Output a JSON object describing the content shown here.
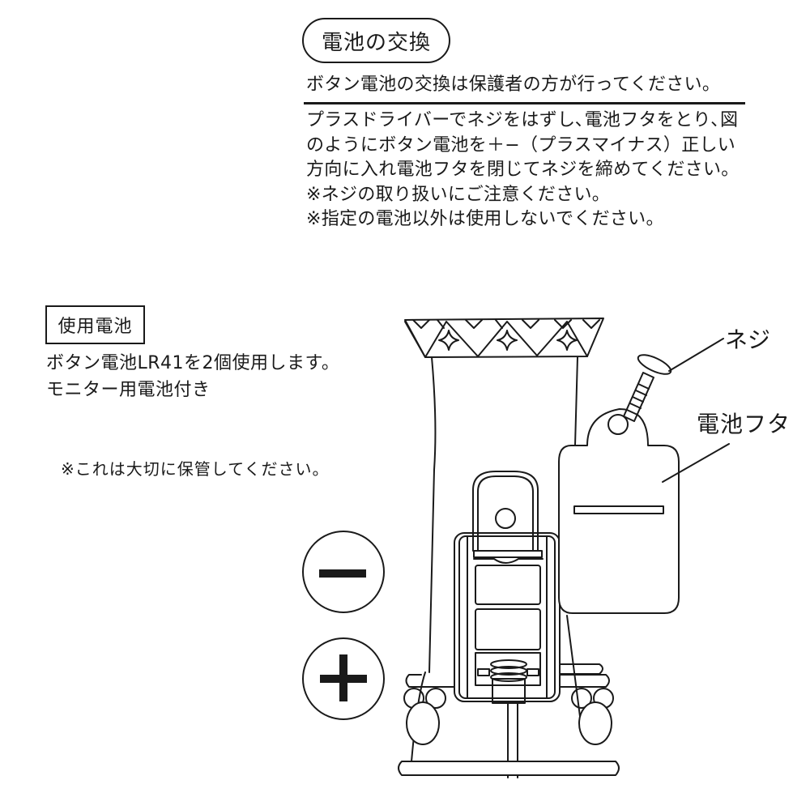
{
  "header": {
    "title": "電池の交換",
    "subtitle": "ボタン電池の交換は保護者の方が行ってください。"
  },
  "instructions": {
    "lines": [
      "プラスドライバーでネジをはずし､電池フタをとり､図",
      "のようにボタン電池を＋−（プラスマイナス）正しい",
      "方向に入れ電池フタを閉じてネジを締めてください。",
      "※ネジの取り扱いにご注意ください。",
      "※指定の電池以外は使用しないでください。"
    ]
  },
  "battery_info": {
    "label": "使用電池",
    "lines": [
      "ボタン電池LR41を2個使用します。",
      "モニター用電池付き"
    ],
    "note": "※これは大切に保管してください。"
  },
  "diagram": {
    "labels": {
      "screw": "ネジ",
      "battery_cover": "電池フタ"
    },
    "polarity": {
      "minus_icon": "minus-icon",
      "plus_icon": "plus-icon"
    },
    "line_color": "#1a1a1a",
    "background": "#ffffff"
  }
}
